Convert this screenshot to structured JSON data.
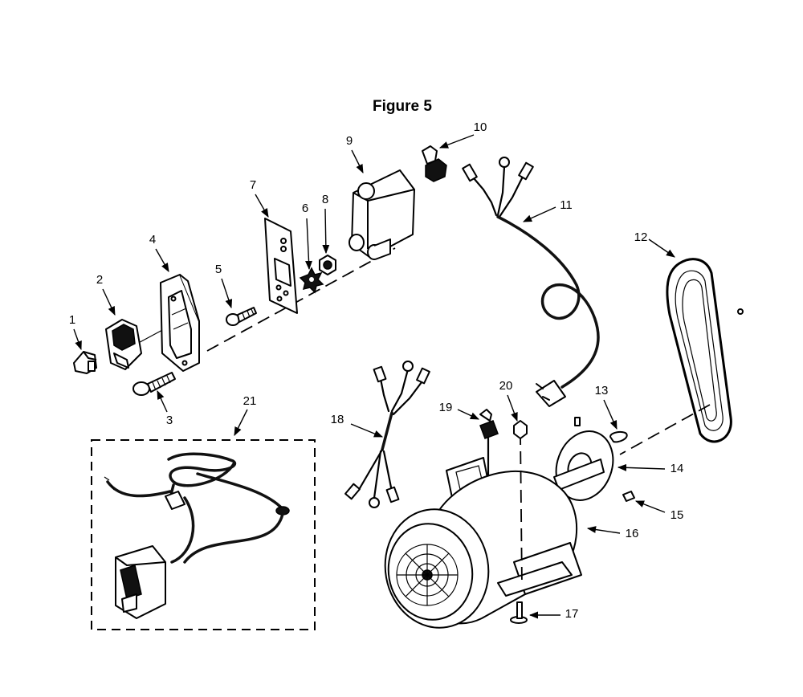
{
  "figure": {
    "title": "Figure 5"
  },
  "callouts": [
    "1",
    "2",
    "3",
    "4",
    "5",
    "6",
    "7",
    "8",
    "9",
    "10",
    "11",
    "12",
    "13",
    "14",
    "15",
    "16",
    "17",
    "18",
    "19",
    "20",
    "21"
  ]
}
